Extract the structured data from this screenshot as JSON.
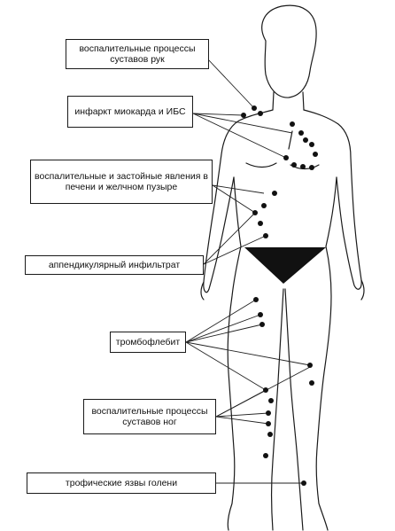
{
  "labels": {
    "arm_joints": "воспалительные процессы суставов рук",
    "infarct": "инфаркт миокарда и ИБС",
    "liver": "воспалительные и застойные явления в печени и желчном пузыре",
    "appendix": "аппендикулярный инфильтрат",
    "thrombophlebitis": "тромбофлебит",
    "leg_joints": "воспалительные процессы суставов ног",
    "ulcers": "трофические язвы голени"
  },
  "colors": {
    "ink": "#1a1a1a",
    "dots": "#111111",
    "background": "#ffffff"
  },
  "icons": {
    "body": "human-body-outline",
    "point": "reflex-point-dot"
  }
}
